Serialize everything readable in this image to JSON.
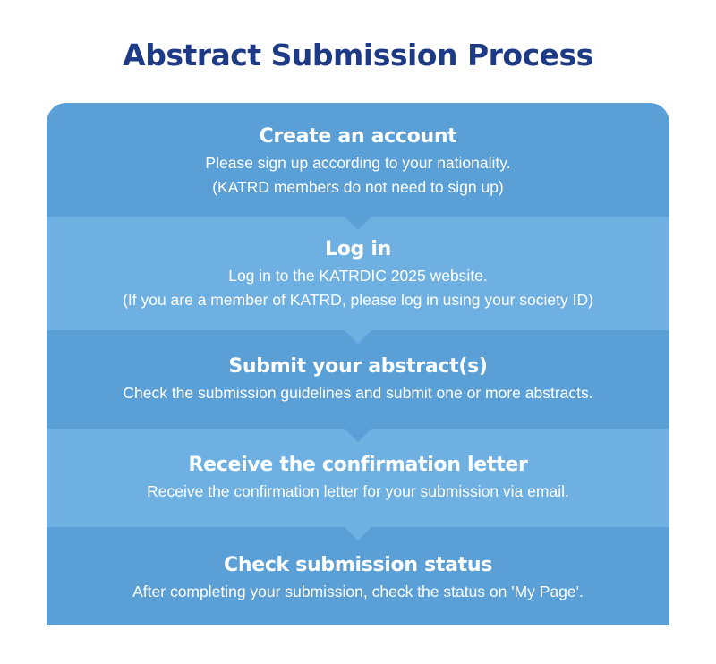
{
  "title": "Abstract Submission Process",
  "steps": [
    {
      "title": "Create an account",
      "lines": [
        "Please sign up according to your nationality.",
        "(KATRD members do not need to sign up)"
      ]
    },
    {
      "title": "Log in",
      "lines": [
        "Log in to the KATRDIC 2025 website.",
        "(If you are a member of KATRD, please log in using your society ID)"
      ]
    },
    {
      "title": "Submit your abstract(s)",
      "lines": [
        "Check the submission guidelines and submit one or more abstracts."
      ]
    },
    {
      "title": "Receive the confirmation letter",
      "lines": [
        "Receive the confirmation letter for your submission via email."
      ]
    },
    {
      "title": "Check submission status",
      "lines": [
        "After completing your submission, check the status on 'My Page'."
      ]
    }
  ],
  "colors": {
    "title": "#1c3a86",
    "step_dark": "#5a9fd6",
    "step_light": "#6fb0e2",
    "text": "#ffffff"
  }
}
